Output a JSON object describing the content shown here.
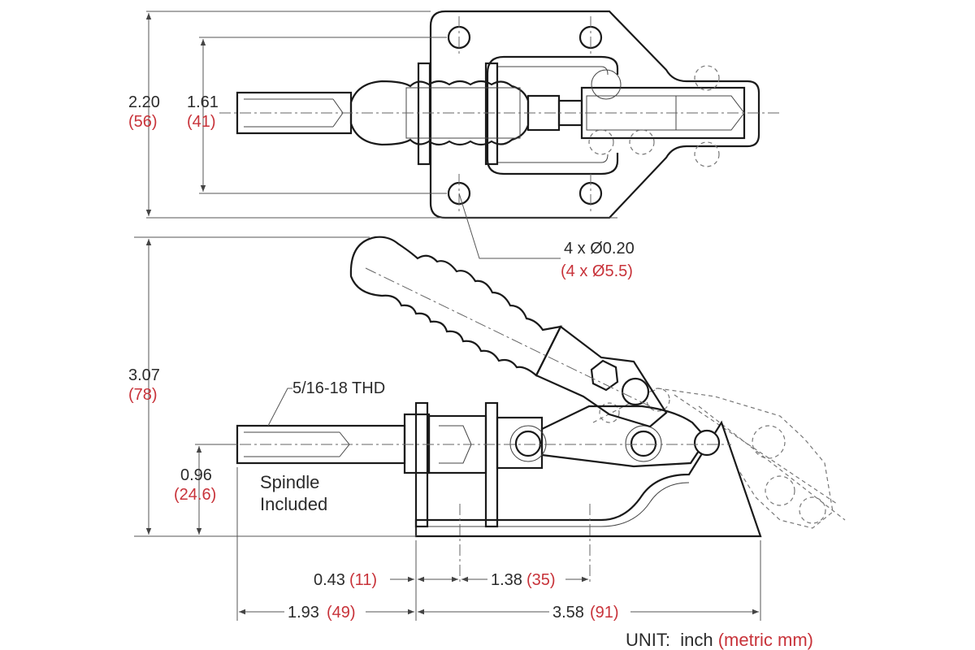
{
  "dimensions": {
    "top_overall": {
      "inch": "2.20",
      "mm": "(56)"
    },
    "top_holes": {
      "inch": "1.61",
      "mm": "(41)"
    },
    "hole_spec": {
      "inch": "4 x Ø0.20",
      "mm": "(4 x Ø5.5)"
    },
    "side_height": {
      "inch": "3.07",
      "mm": "(78)"
    },
    "spindle_height": {
      "inch": "0.96",
      "mm": "(24.6)"
    },
    "flange_offset": {
      "inch": "0.43",
      "mm": "(11)"
    },
    "hole_spacing": {
      "inch": "1.38",
      "mm": "(35)"
    },
    "spindle_length": {
      "inch": "1.93",
      "mm": "(49)"
    },
    "base_length": {
      "inch": "3.58",
      "mm": "(91)"
    }
  },
  "labels": {
    "thread": "5/16-18 THD",
    "spindle_line1": "Spindle",
    "spindle_line2": "Included"
  },
  "unit": {
    "prefix": "UNIT:  inch ",
    "metric": "(metric mm)"
  },
  "colors": {
    "line": "#1a1a1a",
    "metric_text": "#c8333a"
  }
}
